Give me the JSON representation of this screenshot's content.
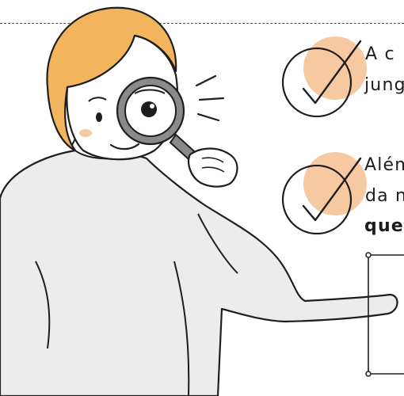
{
  "items": [
    {
      "lines": [
        "A c",
        "jung"
      ]
    },
    {
      "lines": [
        "Além",
        "da n"
      ],
      "bold_line": "que"
    }
  ],
  "colors": {
    "check_fill": "#f7c9a1",
    "hair": "#f2b55d",
    "sweater": "#ececec",
    "skin": "#ffffff",
    "outline": "#1e1e1e",
    "lens_rim": "#8a8a8a"
  },
  "icons": [
    "check-circle-icon",
    "magnifying-glass-icon",
    "sparkle-lines-icon"
  ]
}
